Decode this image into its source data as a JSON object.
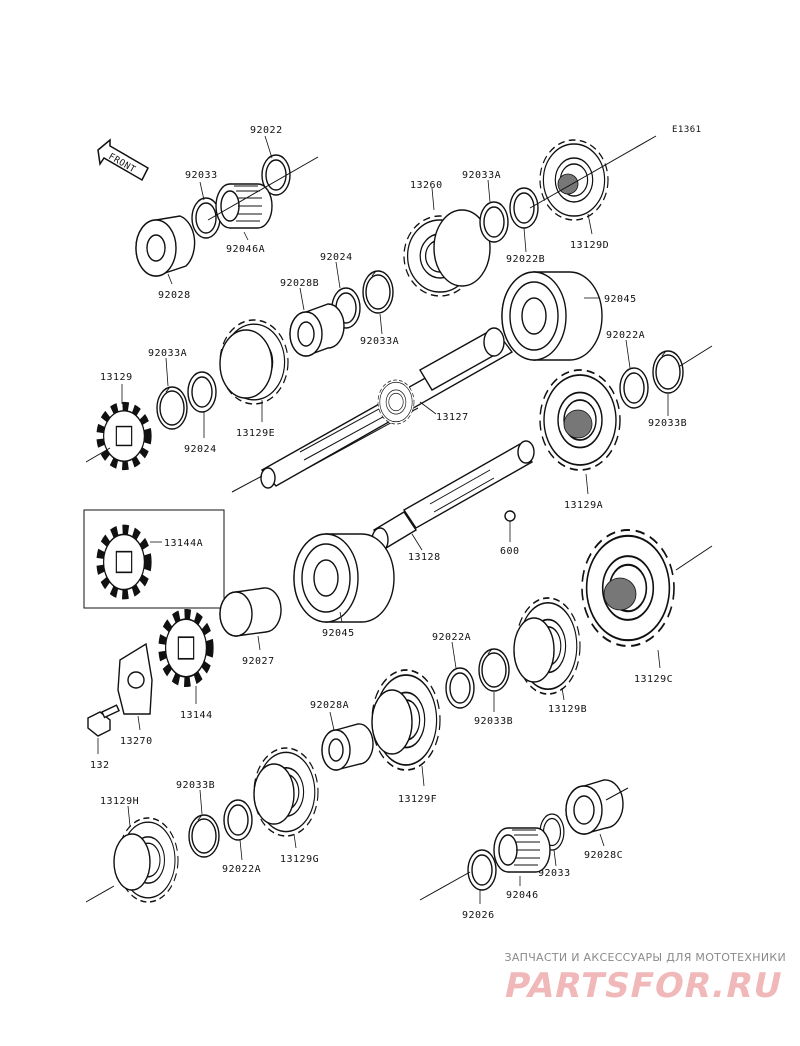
{
  "diagram_code": "E1361",
  "front_arrow_label": "FRONT",
  "parts": {
    "p92022": "92022",
    "p92033": "92033",
    "p92046A": "92046A",
    "p92028": "92028",
    "p13260": "13260",
    "p92033A_top": "92033A",
    "p92022B": "92022B",
    "p13129D": "13129D",
    "p92024_top": "92024",
    "p92028B": "92028B",
    "p92033A_mid": "92033A",
    "p92045_top": "92045",
    "p92033A_left": "92033A",
    "p13129": "13129",
    "p92024_left": "92024",
    "p13129E": "13129E",
    "p13127": "13127",
    "p92022A_top": "92022A",
    "p92033B_top": "92033B",
    "p13129A": "13129A",
    "p13144A": "13144A",
    "p13128": "13128",
    "p600": "600",
    "p92045_mid": "92045",
    "p92027": "92027",
    "p13144": "13144",
    "p13270": "13270",
    "p132": "132",
    "p92022A_mid": "92022A",
    "p92033B_mid": "92033B",
    "p13129B": "13129B",
    "p13129C": "13129C",
    "p92028A": "92028A",
    "p13129F": "13129F",
    "p92033B_low": "92033B",
    "p13129H": "13129H",
    "p92022A_low": "92022A",
    "p13129G": "13129G",
    "p92028C": "92028C",
    "p92033_low": "92033",
    "p92046": "92046",
    "p92026": "92026"
  },
  "watermark": {
    "tagline": "ЗАПЧАСТИ И АКСЕССУАРЫ ДЛЯ МОТОТЕХНИКИ",
    "brand": "PARTSFOR.RU"
  }
}
